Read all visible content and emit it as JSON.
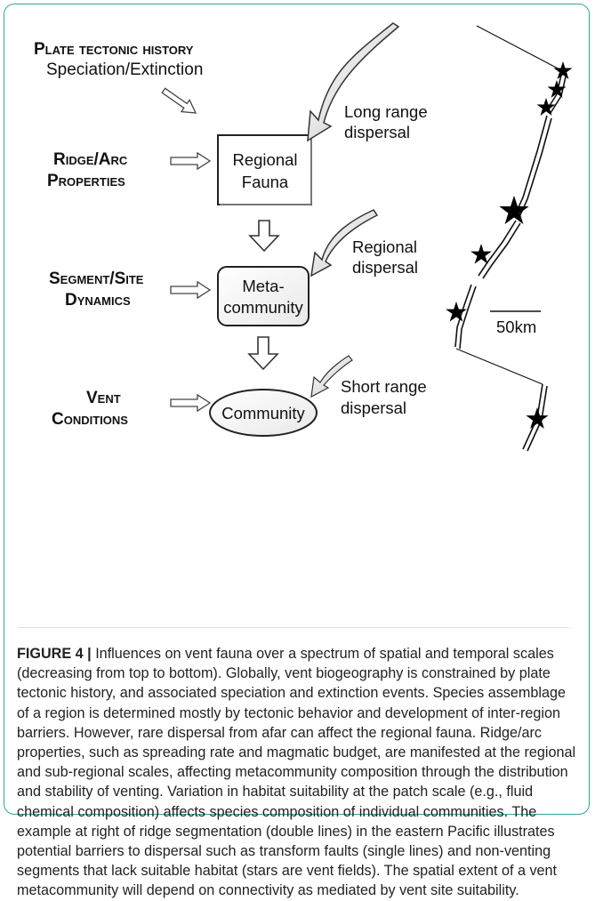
{
  "diagram": {
    "left_labels": {
      "plate_line1": "Plate tectonic history",
      "plate_line2": "Speciation/Extinction",
      "ridge_line1": "Ridge/Arc",
      "ridge_line2": "Properties",
      "segment_line1": "Segment/Site",
      "segment_line2": "Dynamics",
      "vent_line1": "Vent",
      "vent_line2": "Conditions"
    },
    "boxes": {
      "regional_line1": "Regional",
      "regional_line2": "Fauna",
      "meta_line1": "Meta-",
      "meta_line2": "community",
      "community": "Community"
    },
    "dispersal": {
      "long_line1": "Long range",
      "long_line2": "dispersal",
      "regional_line1": "Regional",
      "regional_line2": "dispersal",
      "short_line1": "Short range",
      "short_line2": "dispersal"
    },
    "map": {
      "scale_label": "50km"
    }
  },
  "caption": {
    "figure_label": "FIGURE 4",
    "separator": " | ",
    "text": "Influences on vent fauna over a spectrum of spatial and temporal scales (decreasing from top to bottom). Globally, vent biogeography is constrained by plate tectonic history, and associated speciation and extinction events. Species assemblage of a region is determined mostly by tectonic behavior and development of inter-region barriers. However, rare dispersal from afar can affect the regional fauna. Ridge/arc properties, such as spreading rate and magmatic budget, are manifested at the regional and sub-regional scales, affecting metacommunity composition through the distribution and stability of venting. Variation in habitat suitability at the patch scale (e.g., fluid chemical composition) affects species composition of individual communities. The example at right of ridge segmentation (double lines) in the eastern Pacific illustrates potential barriers to dispersal such as transform faults (single lines) and non-venting segments that lack suitable habitat (stars are vent fields). The spatial extent of a vent metacommunity will depend on connectivity as mediated by vent site suitability."
  }
}
